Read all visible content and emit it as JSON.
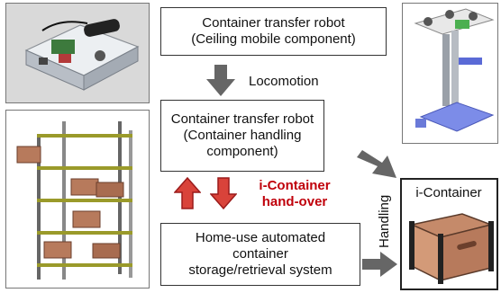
{
  "boxes": {
    "ceiling": "Container transfer robot\n(Ceiling mobile component)",
    "handling": "Container transfer robot\n(Container handling\ncomponent)",
    "storage": "Home-use automated\ncontainer\nstorage/retrieval system",
    "icontainer": "i-Container"
  },
  "labels": {
    "locomotion": "Locomotion",
    "handling": "Handling",
    "handover": "i-Container\nhand-over"
  },
  "colors": {
    "arrow_gray": "#666666",
    "handover_red": "#c0000b",
    "handover_fill": "#d9433a"
  }
}
